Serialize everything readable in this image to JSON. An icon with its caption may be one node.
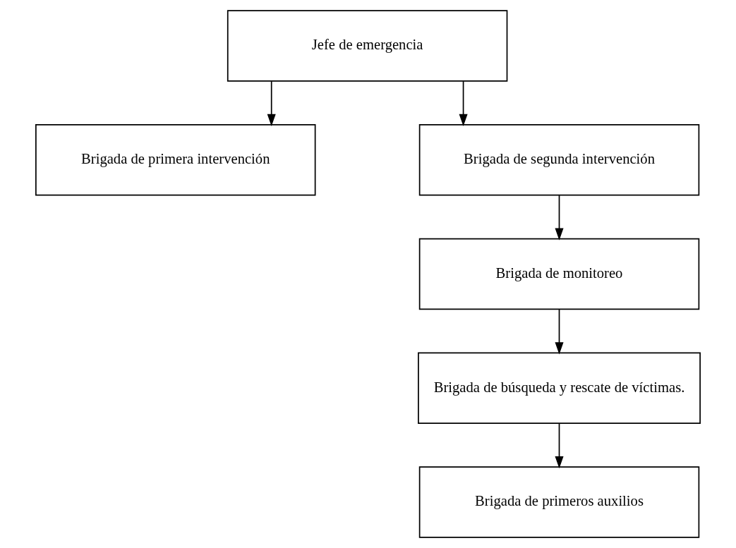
{
  "diagram": {
    "nodes": [
      {
        "text": [
          "Jefe de emergencia"
        ]
      },
      {
        "text": [
          "Brigada de primera intervención"
        ]
      },
      {
        "text": [
          "Brigada de segunda intervención"
        ]
      },
      {
        "text": [
          "Brigada de monitoreo"
        ]
      },
      {
        "text": [
          "Brigada de búsqueda y rescate de víctimas."
        ]
      },
      {
        "text": [
          "Brigada de primeros auxilios"
        ]
      }
    ],
    "edges": [
      {
        "from": 0,
        "to": 1,
        "arrow": "to"
      },
      {
        "from": 0,
        "to": 2,
        "arrow": "to"
      },
      {
        "from": 2,
        "to": 3,
        "arrow": "to"
      },
      {
        "from": 3,
        "to": 4,
        "arrow": "to"
      },
      {
        "from": 4,
        "to": 5,
        "arrow": "to"
      }
    ]
  }
}
